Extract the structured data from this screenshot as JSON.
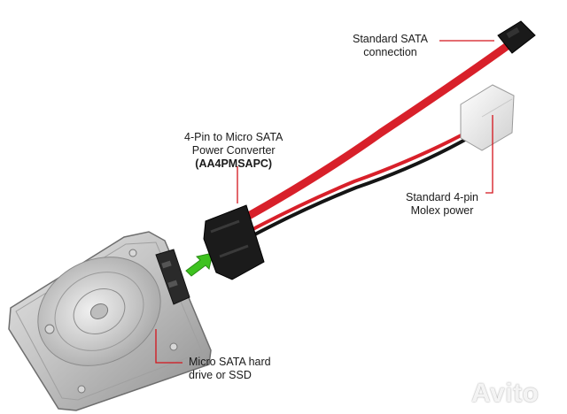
{
  "labels": {
    "sata_connection": {
      "line1": "Standard SATA",
      "line2": "connection"
    },
    "converter": {
      "line1": "4-Pin to Micro SATA",
      "line2": "Power Converter",
      "line3": "(AA4PMSAPC)"
    },
    "molex": {
      "line1": "Standard 4-pin",
      "line2": "Molex power"
    },
    "hdd": {
      "line1": "Micro SATA hard",
      "line2": "drive or SSD"
    }
  },
  "watermark": "Avito",
  "colors": {
    "cable_red": "#d8202a",
    "cable_black": "#151515",
    "arrow_green": "#3ec21f",
    "pointer_red": "#d4141c",
    "drive_metal": "#c9c9c9",
    "molex_white": "#f3f3f3"
  }
}
